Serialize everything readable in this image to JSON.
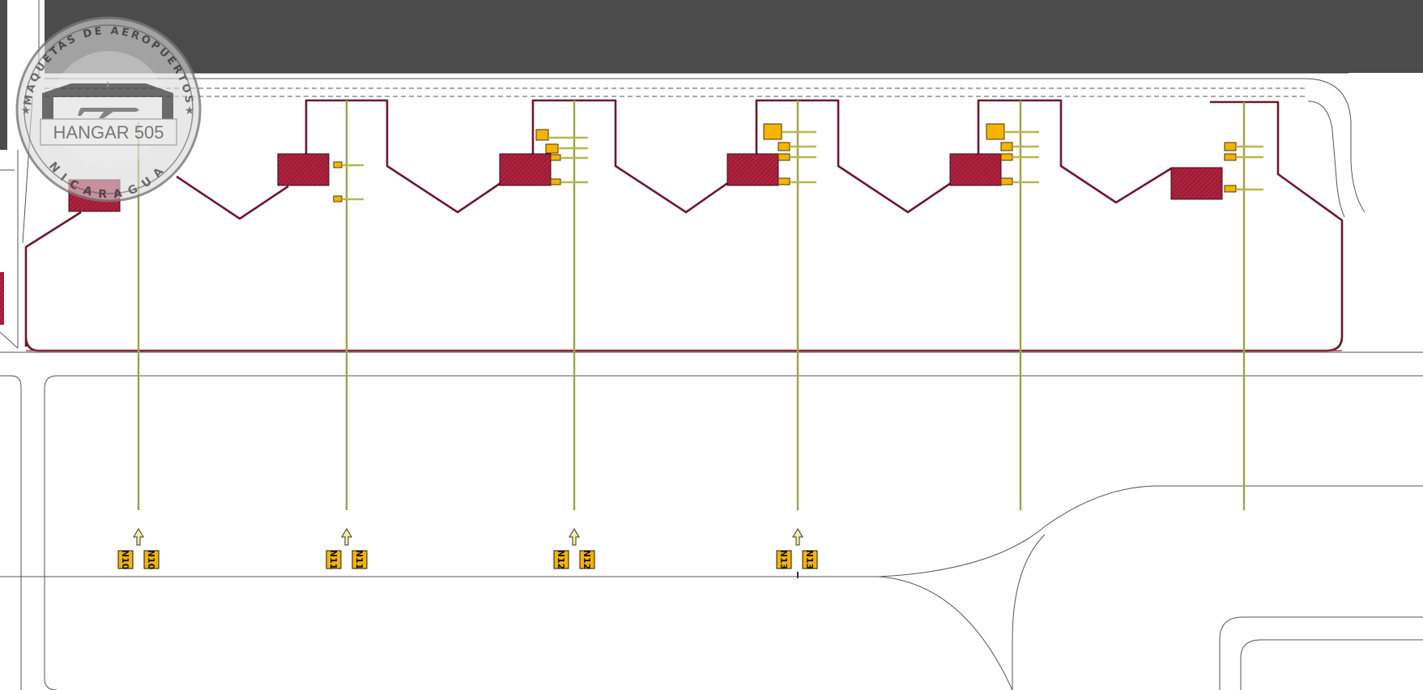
{
  "logo": {
    "ring_top_text": "MAQUETAS DE AEROPUERTOS",
    "center_text": "HANGAR 505",
    "ring_bottom_text": "NICARAGUA"
  },
  "stands": [
    {
      "id": "stand-10",
      "sign_left": "10",
      "sign_right": "10"
    },
    {
      "id": "stand-11",
      "sign_left": "11",
      "sign_right": "11"
    },
    {
      "id": "stand-12",
      "sign_left": "12",
      "sign_right": "12"
    },
    {
      "id": "stand-13",
      "sign_left": "13",
      "sign_right": "13"
    },
    {
      "id": "stand-14"
    },
    {
      "id": "stand-15"
    }
  ],
  "sign_prefix": "N",
  "colors": {
    "terminal_roof": "#4b4b4b",
    "building_hatch": "#b0223f",
    "gse_box": "#f6b400",
    "lead_line": "#b6b84a",
    "apron_boundary": "#6b1a2c"
  }
}
